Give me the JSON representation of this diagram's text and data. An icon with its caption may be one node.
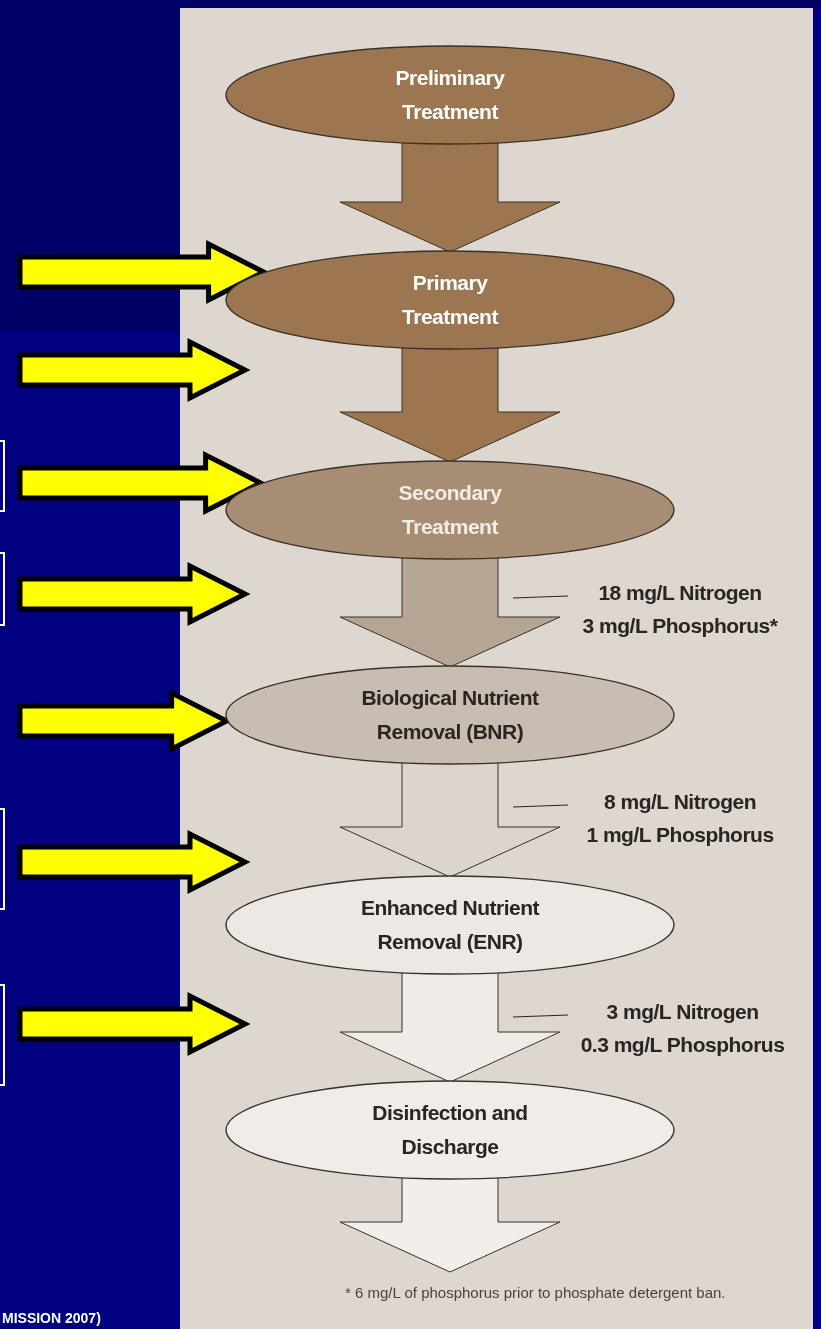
{
  "diagram": {
    "nodes": [
      {
        "text": [
          "Preliminary Treatment"
        ]
      },
      {
        "text": [
          "Primary Treatment"
        ]
      },
      {
        "text": [
          "Secondary Treatment"
        ]
      },
      {
        "text": [
          "18 mg/L Nitrogen",
          "3 mg/L Phosphorus*"
        ]
      },
      {
        "text": [
          "Biological Nutrient Removal (BNR)"
        ]
      },
      {
        "text": [
          "8 mg/L Nitrogen",
          "1 mg/L Phosphorus"
        ]
      },
      {
        "text": [
          "Enhanced Nutrient Removal (ENR)"
        ]
      },
      {
        "text": [
          "3 mg/L Nitrogen",
          "0.3 mg/L Phosphorus"
        ]
      },
      {
        "text": [
          "Disinfection and Discharge"
        ]
      }
    ],
    "edges": [
      {
        "from": 0,
        "to": 1,
        "arrow": "to",
        "style": "thick",
        "color": "#9c7650"
      },
      {
        "from": 1,
        "to": 2,
        "arrow": "to",
        "style": "thick",
        "color": "#9c7650"
      },
      {
        "from": 2,
        "to": 4,
        "arrow": "to",
        "style": "thick",
        "color": "#b5a595"
      },
      {
        "from": 4,
        "to": 6,
        "arrow": "to",
        "style": "thick",
        "color": "#dcd5cd"
      },
      {
        "from": 6,
        "to": 8,
        "arrow": "to",
        "style": "thick",
        "color": "#efebe7"
      },
      {
        "from": 8,
        "to": null,
        "arrow": "to",
        "style": "thick",
        "color": "#f1eeeb"
      },
      {
        "from": 3,
        "to": null,
        "arrow": "none"
      },
      {
        "from": 5,
        "to": null,
        "arrow": "none"
      },
      {
        "from": 7,
        "to": null,
        "arrow": "none"
      },
      {
        "from": null,
        "to": 1,
        "arrow": "to",
        "style": "thick",
        "color": "#ffff00"
      },
      {
        "from": null,
        "to": 2,
        "arrow": "to",
        "style": "thick",
        "color": "#ffff00"
      },
      {
        "from": null,
        "to": 4,
        "arrow": "to",
        "style": "thick",
        "color": "#ffff00"
      }
    ],
    "labels": [
      "* 6 mg/L of phosphorus prior to phosphate detergent ban.",
      "MISSION 2007)"
    ]
  }
}
